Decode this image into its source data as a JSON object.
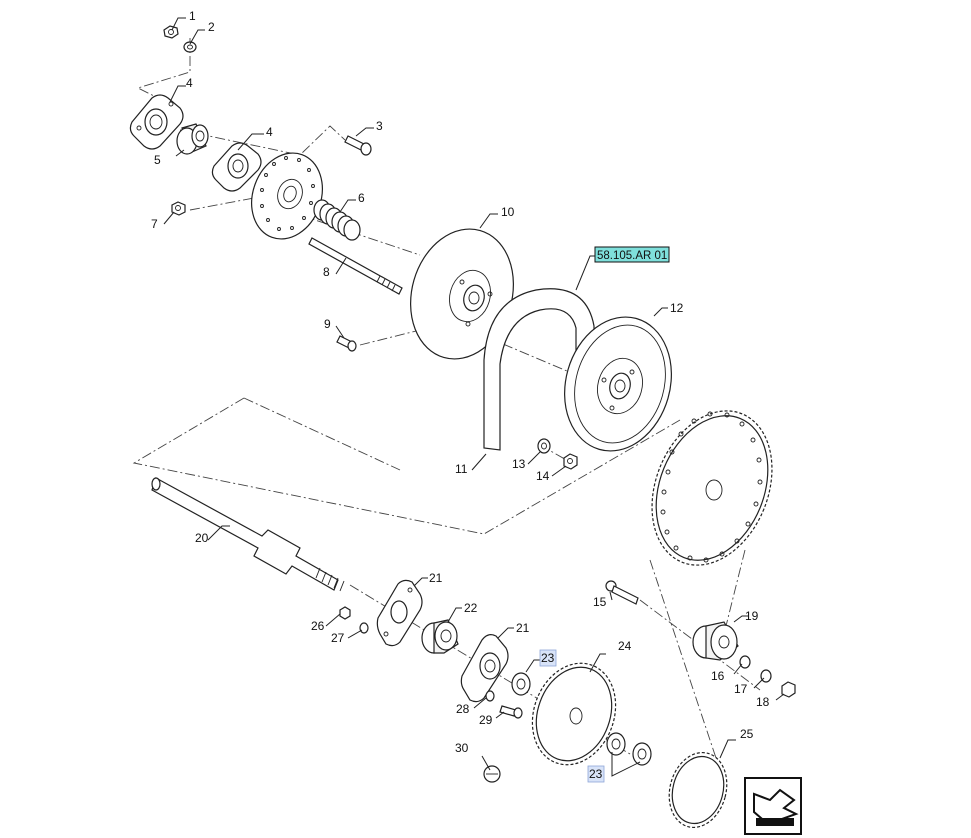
{
  "diagram": {
    "callouts": {
      "c1": "1",
      "c2": "2",
      "c3": "3",
      "c4a": "4",
      "c4b": "4",
      "c5": "5",
      "c6": "6",
      "c7": "7",
      "c8": "8",
      "c9": "9",
      "c10": "10",
      "c11": "11",
      "c12": "12",
      "c13": "13",
      "c14": "14",
      "c15": "15",
      "c16": "16",
      "c17": "17",
      "c18": "18",
      "c19": "19",
      "c20": "20",
      "c21a": "21",
      "c21b": "21",
      "c22": "22",
      "c23a": "23",
      "c23b": "23",
      "c24": "24",
      "c25": "25",
      "c26": "26",
      "c27": "27",
      "c28": "28",
      "c29": "29",
      "c30": "30"
    },
    "reference_link": "58.105.AR 01",
    "colors": {
      "line": "#222222",
      "highlight_fill": "#d8e3f8",
      "reference_fill": "#7fe0dc"
    },
    "nav_icon": "next-view-arrow-icon"
  }
}
